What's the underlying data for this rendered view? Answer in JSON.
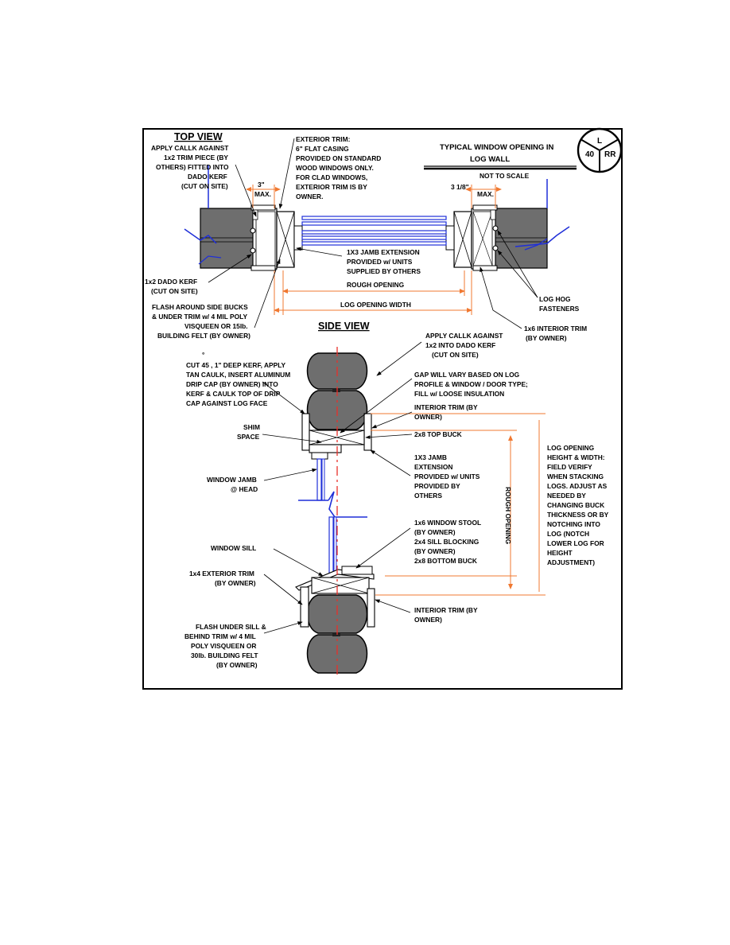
{
  "sheet": {
    "title_lines": [
      "TYPICAL WINDOW OPENING IN",
      "LOG WALL"
    ],
    "scale_note": "NOT TO SCALE",
    "badge": {
      "top": "L",
      "left": "40",
      "right": "RR"
    }
  },
  "top_view": {
    "title": "TOP VIEW",
    "dim_3_max": [
      "3\"",
      "MAX."
    ],
    "dim_3_1_8_max": [
      "3 1/8\"",
      "MAX."
    ],
    "dim_rough_opening": "ROUGH OPENING",
    "dim_log_opening_width": "LOG OPENING WIDTH",
    "notes": {
      "apply_caulk": [
        "APPLY CALLK AGAINST",
        "1x2 TRIM PIECE (BY",
        "OTHERS) FITTED INTO",
        "DADO KERF",
        "(CUT ON SITE)"
      ],
      "exterior_trim": [
        "EXTERIOR TRIM:",
        "6\" FLAT CASING",
        "PROVIDED ON STANDARD",
        "WOOD WINDOWS ONLY.",
        "FOR CLAD WINDOWS,",
        "EXTERIOR TRIM IS BY",
        "OWNER."
      ],
      "jamb_extension": [
        "1X3 JAMB EXTENSION",
        "PROVIDED w/ UNITS",
        "SUPPLIED BY OTHERS"
      ],
      "dado_kerf": [
        "1x2 DADO KERF",
        "(CUT ON SITE)"
      ],
      "flash_side_bucks": [
        "FLASH AROUND SIDE BUCKS",
        "& UNDER TRIM w/ 4 MIL POLY",
        "VISQUEEN OR 15lb.",
        "BUILDING FELT (BY OWNER)"
      ],
      "log_hog": [
        "LOG HOG",
        "FASTENERS"
      ],
      "interior_trim": [
        "1x6 INTERIOR TRIM",
        "(BY OWNER)"
      ]
    }
  },
  "side_view": {
    "title": "SIDE VIEW",
    "dim_rough_opening": "ROUGH OPENING",
    "notes": {
      "apply_caulk_kerf": [
        "APPLY CALLK AGAINST",
        "1x2 INTO DADO KERF",
        "(CUT ON SITE)"
      ],
      "cut_45": [
        "°",
        "CUT 45 , 1\" DEEP KERF, APPLY",
        "TAN CAULK, INSERT ALUMINUM",
        "DRIP CAP (BY OWNER) INTO",
        "KERF & CAULK TOP OF DRIP",
        "CAP AGAINST LOG FACE"
      ],
      "gap": [
        "GAP WILL VARY BASED ON LOG",
        "PROFILE & WINDOW / DOOR TYPE;",
        "FILL w/ LOOSE INSULATION"
      ],
      "interior_trim_top": [
        "INTERIOR TRIM (BY",
        "OWNER)"
      ],
      "top_buck": [
        "2x8 TOP BUCK"
      ],
      "shim_space": [
        "SHIM",
        "SPACE"
      ],
      "jamb_extension": [
        "1X3 JAMB",
        "EXTENSION",
        "PROVIDED w/ UNITS",
        "PROVIDED  BY",
        "OTHERS"
      ],
      "window_jamb": [
        "WINDOW JAMB",
        "@ HEAD"
      ],
      "log_opening": [
        "LOG OPENING",
        "HEIGHT & WIDTH:",
        "FIELD VERIFY",
        "WHEN STACKING",
        "LOGS.  ADJUST AS",
        " NEEDED BY",
        "CHANGING BUCK",
        "THICKNESS OR BY",
        " NOTCHING INTO",
        "LOG (NOTCH",
        "LOWER LOG FOR",
        "HEIGHT",
        "ADJUSTMENT)"
      ],
      "stool": [
        "1x6 WINDOW STOOL",
        "(BY OWNER)",
        "2x4 SILL BLOCKING",
        "(BY OWNER)",
        "2x8 BOTTOM BUCK"
      ],
      "window_sill": [
        "WINDOW SILL"
      ],
      "exterior_trim": [
        "1x4 EXTERIOR TRIM",
        "(BY OWNER)"
      ],
      "interior_trim_bottom": [
        "INTERIOR TRIM (BY",
        "OWNER)"
      ],
      "flash_under_sill": [
        "FLASH UNDER SILL &",
        "BEHIND TRIM w/ 4 MIL",
        "POLY VISQUEEN OR",
        "30lb. BUILDING FELT",
        "(BY OWNER)"
      ]
    }
  },
  "colors": {
    "dim": "#f07830",
    "glass": "#1f2fd8",
    "log": "#6e6e6e",
    "centerline": "#e8302a"
  }
}
